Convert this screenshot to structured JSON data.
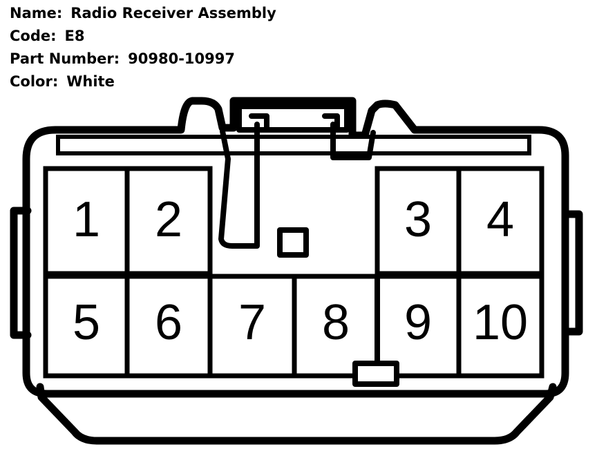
{
  "info": [
    {
      "label": "Name:",
      "value": "Radio Receiver Assembly"
    },
    {
      "label": "Code:",
      "value": "E8"
    },
    {
      "label": "Part Number:",
      "value": "90980-10997"
    },
    {
      "label": "Color:",
      "value": "White"
    }
  ],
  "connector": {
    "pins": [
      "1",
      "2",
      "3",
      "4",
      "5",
      "6",
      "7",
      "8",
      "9",
      "10"
    ]
  }
}
